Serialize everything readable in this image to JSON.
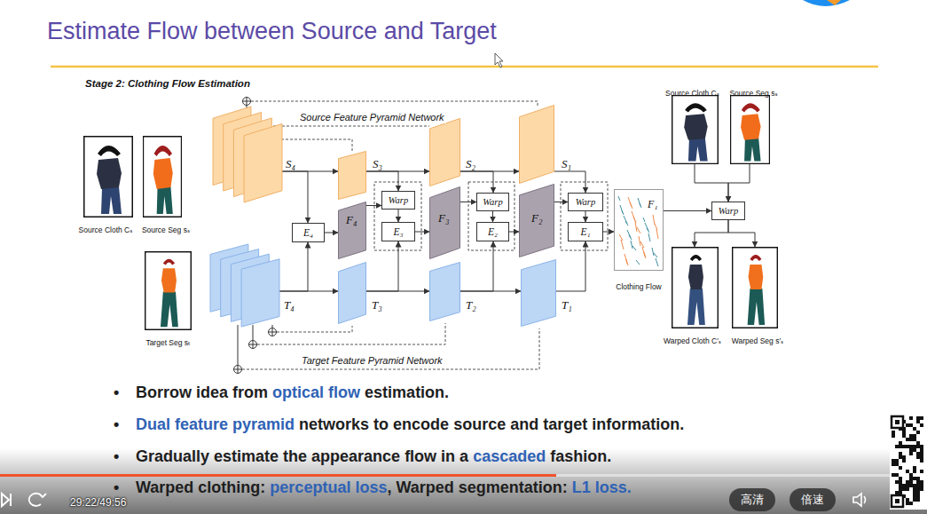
{
  "diagram": {
    "title": "Estimate Flow between Source and Target",
    "nodes": [
      {
        "text": [
          "Source Cloth Cₛ"
        ]
      },
      {
        "text": [
          "Source Seg sₛ"
        ]
      },
      {
        "text": [
          "Target Seg sₜ"
        ]
      },
      {
        "text": [
          "S₄"
        ]
      },
      {
        "text": [
          "T₄"
        ]
      },
      {
        "text": [
          "E₄"
        ]
      },
      {
        "text": [
          "S₃"
        ]
      },
      {
        "text": [
          "F₄"
        ]
      },
      {
        "text": [
          "T₃"
        ]
      },
      {
        "text": [
          "Warp"
        ]
      },
      {
        "text": [
          "E₃"
        ]
      },
      {
        "text": [
          "S₂"
        ]
      },
      {
        "text": [
          "F₃"
        ]
      },
      {
        "text": [
          "T₂"
        ]
      },
      {
        "text": [
          "Warp"
        ]
      },
      {
        "text": [
          "E₂"
        ]
      },
      {
        "text": [
          "S₁"
        ]
      },
      {
        "text": [
          "F₂"
        ]
      },
      {
        "text": [
          "T₁"
        ]
      },
      {
        "text": [
          "Warp"
        ]
      },
      {
        "text": [
          "E₁"
        ]
      },
      {
        "text": [
          "F₁",
          "Clothing Flow"
        ]
      },
      {
        "text": [
          "Source Cloth Cₛ"
        ]
      },
      {
        "text": [
          "Source Seg sₛ"
        ]
      },
      {
        "text": [
          "Warp"
        ]
      },
      {
        "text": [
          "Warped Cloth C′ₛ"
        ]
      },
      {
        "text": [
          "Warped Seg s′ₛ"
        ]
      }
    ],
    "edges": [
      {
        "from": 3,
        "to": 6,
        "arrow": "to"
      },
      {
        "from": 6,
        "to": 11,
        "arrow": "to"
      },
      {
        "from": 11,
        "to": 16,
        "arrow": "to"
      },
      {
        "from": 3,
        "to": 5,
        "arrow": "to"
      },
      {
        "from": 4,
        "to": 5,
        "arrow": "to"
      },
      {
        "from": 4,
        "to": 8,
        "arrow": "to"
      },
      {
        "from": 8,
        "to": 13,
        "arrow": "to"
      },
      {
        "from": 13,
        "to": 18,
        "arrow": "to"
      },
      {
        "from": 5,
        "to": 7,
        "arrow": "to"
      },
      {
        "from": 7,
        "to": 9,
        "arrow": "to"
      },
      {
        "from": 6,
        "to": 9,
        "arrow": "to"
      },
      {
        "from": 9,
        "to": 10,
        "arrow": "to"
      },
      {
        "from": 8,
        "to": 10,
        "arrow": "to"
      },
      {
        "from": 10,
        "to": 12,
        "arrow": "to"
      },
      {
        "from": 12,
        "to": 14,
        "arrow": "to"
      },
      {
        "from": 11,
        "to": 14,
        "arrow": "to"
      },
      {
        "from": 14,
        "to": 15,
        "arrow": "to"
      },
      {
        "from": 13,
        "to": 15,
        "arrow": "to"
      },
      {
        "from": 15,
        "to": 17,
        "arrow": "to"
      },
      {
        "from": 17,
        "to": 19,
        "arrow": "to"
      },
      {
        "from": 16,
        "to": 19,
        "arrow": "to"
      },
      {
        "from": 19,
        "to": 20,
        "arrow": "to"
      },
      {
        "from": 18,
        "to": 20,
        "arrow": "to"
      },
      {
        "from": 20,
        "to": 21,
        "arrow": "to"
      },
      {
        "from": 21,
        "to": 24,
        "arrow": "to"
      },
      {
        "from": 22,
        "to": 24,
        "arrow": "to"
      },
      {
        "from": 23,
        "to": 24,
        "arrow": "to"
      },
      {
        "from": 24,
        "to": 25,
        "arrow": "to"
      },
      {
        "from": 24,
        "to": 26,
        "arrow": "to"
      }
    ],
    "labels": [
      "Stage 2: Clothing Flow Estimation",
      "Source Feature Pyramid Network",
      "Target Feature Pyramid Network",
      "•",
      "Borrow idea from",
      "optical flow",
      "estimation.",
      "•",
      "Dual feature pyramid",
      "networks to encode source and target information.",
      "•",
      "Gradually estimate the appearance flow in a",
      "cascaded",
      "fashion.",
      "•",
      "Warped clothing:",
      "perceptual loss",
      ", Warped segmentation:",
      "L1 loss.",
      "29:22/49:56",
      "高清",
      "倍速"
    ]
  }
}
